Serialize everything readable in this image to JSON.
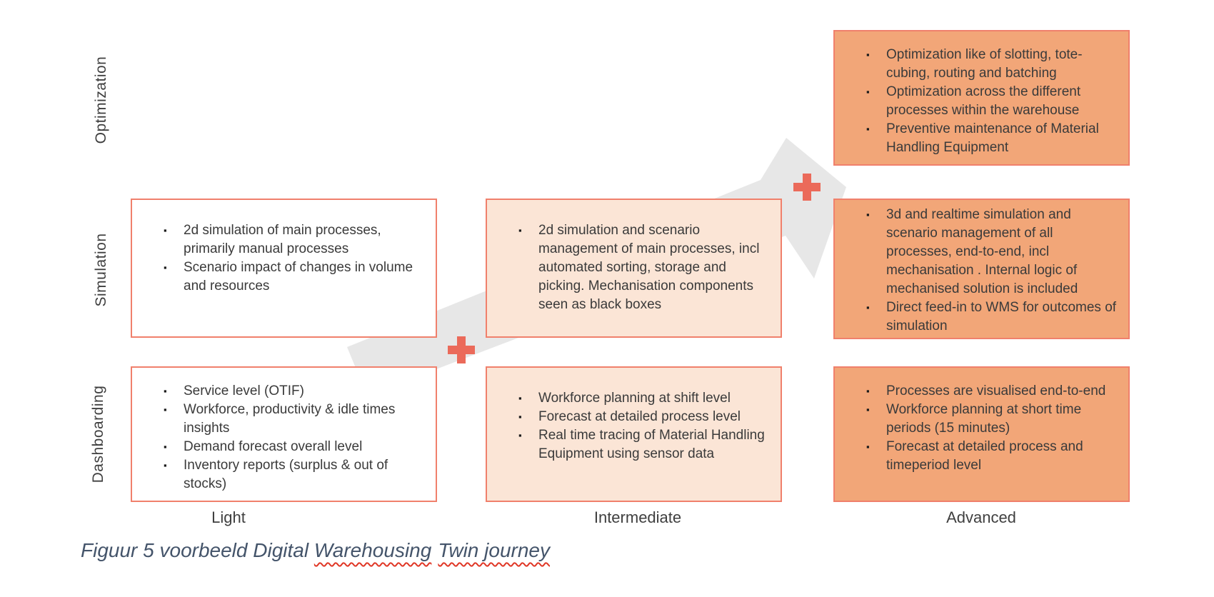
{
  "row_labels": [
    "Optimization",
    "Simulation",
    "Dashboarding"
  ],
  "column_labels": [
    "Light",
    "Intermediate",
    "Advanced"
  ],
  "boxes": {
    "optimization_advanced": {
      "bullets": [
        "Optimization like of slotting, tote-cubing, routing and batching",
        "Optimization across the different processes within the warehouse",
        "Preventive maintenance of Material Handling Equipment"
      ]
    },
    "simulation_light": {
      "bullets": [
        "2d simulation of main processes, primarily manual processes",
        "Scenario impact of changes in volume and resources"
      ]
    },
    "simulation_intermediate": {
      "bullets": [
        "2d simulation and scenario management of main processes, incl automated sorting, storage and picking. Mechanisation components seen as black boxes"
      ]
    },
    "simulation_advanced": {
      "bullets": [
        "3d and realtime simulation and scenario management of all processes, end-to-end, incl mechanisation . Internal logic of mechanised solution is included",
        "Direct feed-in to WMS for outcomes of simulation"
      ]
    },
    "dashboarding_light": {
      "bullets": [
        "Service level (OTIF)",
        "Workforce, productivity & idle times insights",
        "Demand forecast overall level",
        "Inventory reports (surplus & out of stocks)"
      ]
    },
    "dashboarding_intermediate": {
      "bullets": [
        "Workforce planning at shift level",
        "Forecast at detailed process level",
        "Real time tracing of Material Handling Equipment using sensor data"
      ]
    },
    "dashboarding_advanced": {
      "bullets": [
        "Processes are visualised end-to-end",
        "Workforce planning at short time periods (15 minutes)",
        "Forecast at detailed process and timeperiod level"
      ]
    }
  },
  "caption": {
    "prefix": "Figuur 5 voorbeeld Digital ",
    "squiggle_1": "Warehousing",
    "squiggle_2": "Twin journey"
  },
  "bullet_glyph": "▪",
  "colors": {
    "box_border": "#f0806c",
    "fill_light": "#ffffff",
    "fill_intermediate": "#fbe5d6",
    "fill_advanced": "#f2a678",
    "plus": "#eb6a5a",
    "arrow": "#e7e7e7",
    "text": "#3a3a3a",
    "caption_text": "#44546a",
    "squiggle": "#e03726"
  }
}
